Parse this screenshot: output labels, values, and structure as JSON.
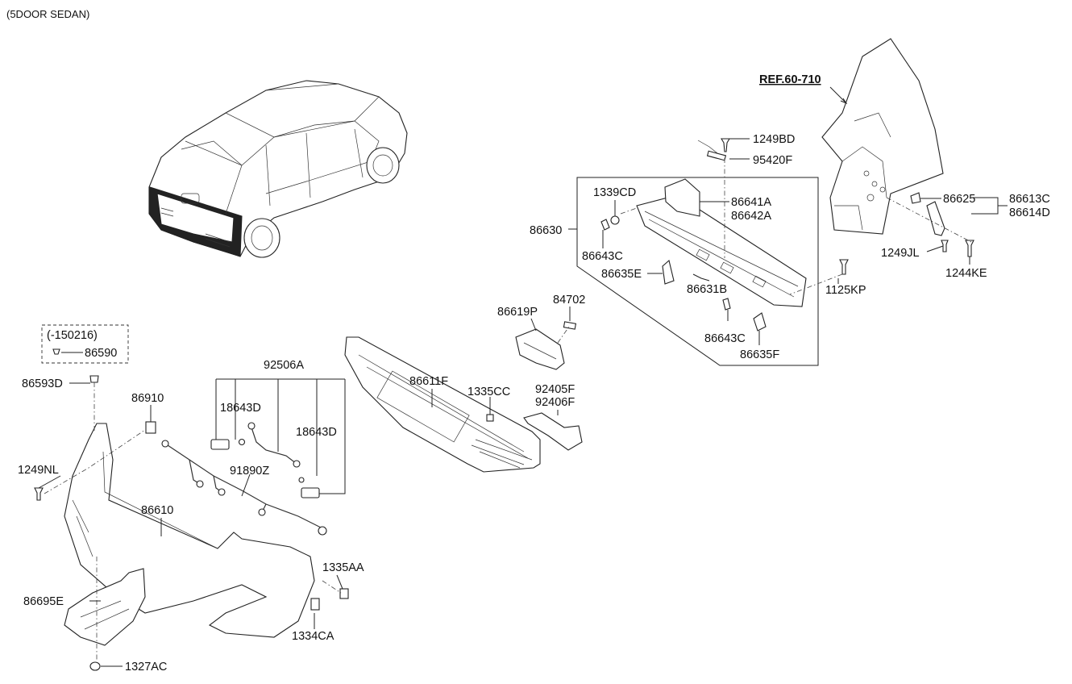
{
  "header": {
    "title": "(5DOOR SEDAN)"
  },
  "reference": {
    "label": "REF.60-710"
  },
  "option_note": {
    "range": "(-150216)",
    "part": "86590"
  },
  "parts": {
    "p1249BD": "1249BD",
    "p95420F": "95420F",
    "p1339CD": "1339CD",
    "p86641A": "86641A",
    "p86642A": "86642A",
    "p86630": "86630",
    "p86643C_a": "86643C",
    "p86635E": "86635E",
    "p86631B": "86631B",
    "p1125KP": "1125KP",
    "p86643C_b": "86643C",
    "p86635F": "86635F",
    "p86625": "86625",
    "p86613C": "86613C",
    "p86614D": "86614D",
    "p1249JL": "1249JL",
    "p1244KE": "1244KE",
    "p86619P": "86619P",
    "p84702": "84702",
    "p86611F": "86611F",
    "p1335CC": "1335CC",
    "p92405F": "92405F",
    "p92406F": "92406F",
    "p86593D": "86593D",
    "p86910": "86910",
    "p92506A": "92506A",
    "p18643D_a": "18643D",
    "p18643D_b": "18643D",
    "p1249NL": "1249NL",
    "p91890Z": "91890Z",
    "p86610": "86610",
    "p1335AA": "1335AA",
    "p86695E": "86695E",
    "p1334CA": "1334CA",
    "p1327AC": "1327AC"
  }
}
